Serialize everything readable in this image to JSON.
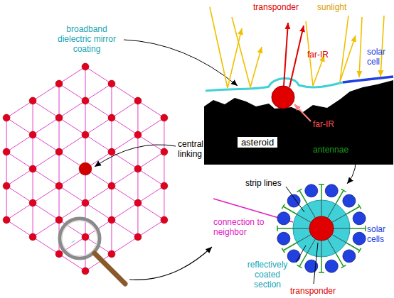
{
  "diagram": {
    "nodes": [
      {
        "text": [
          "asteroid"
        ]
      }
    ],
    "edges": [],
    "labels": [
      "transponder",
      "sunlight",
      "broadband dielectric mirror coating",
      "solar cell",
      "far-IR",
      "far-IR",
      "central transponder linking to other nodes",
      "antennae",
      "strip lines",
      "connection to neighbor",
      "solar cells",
      "reflectively coated section",
      "transponder"
    ]
  }
}
